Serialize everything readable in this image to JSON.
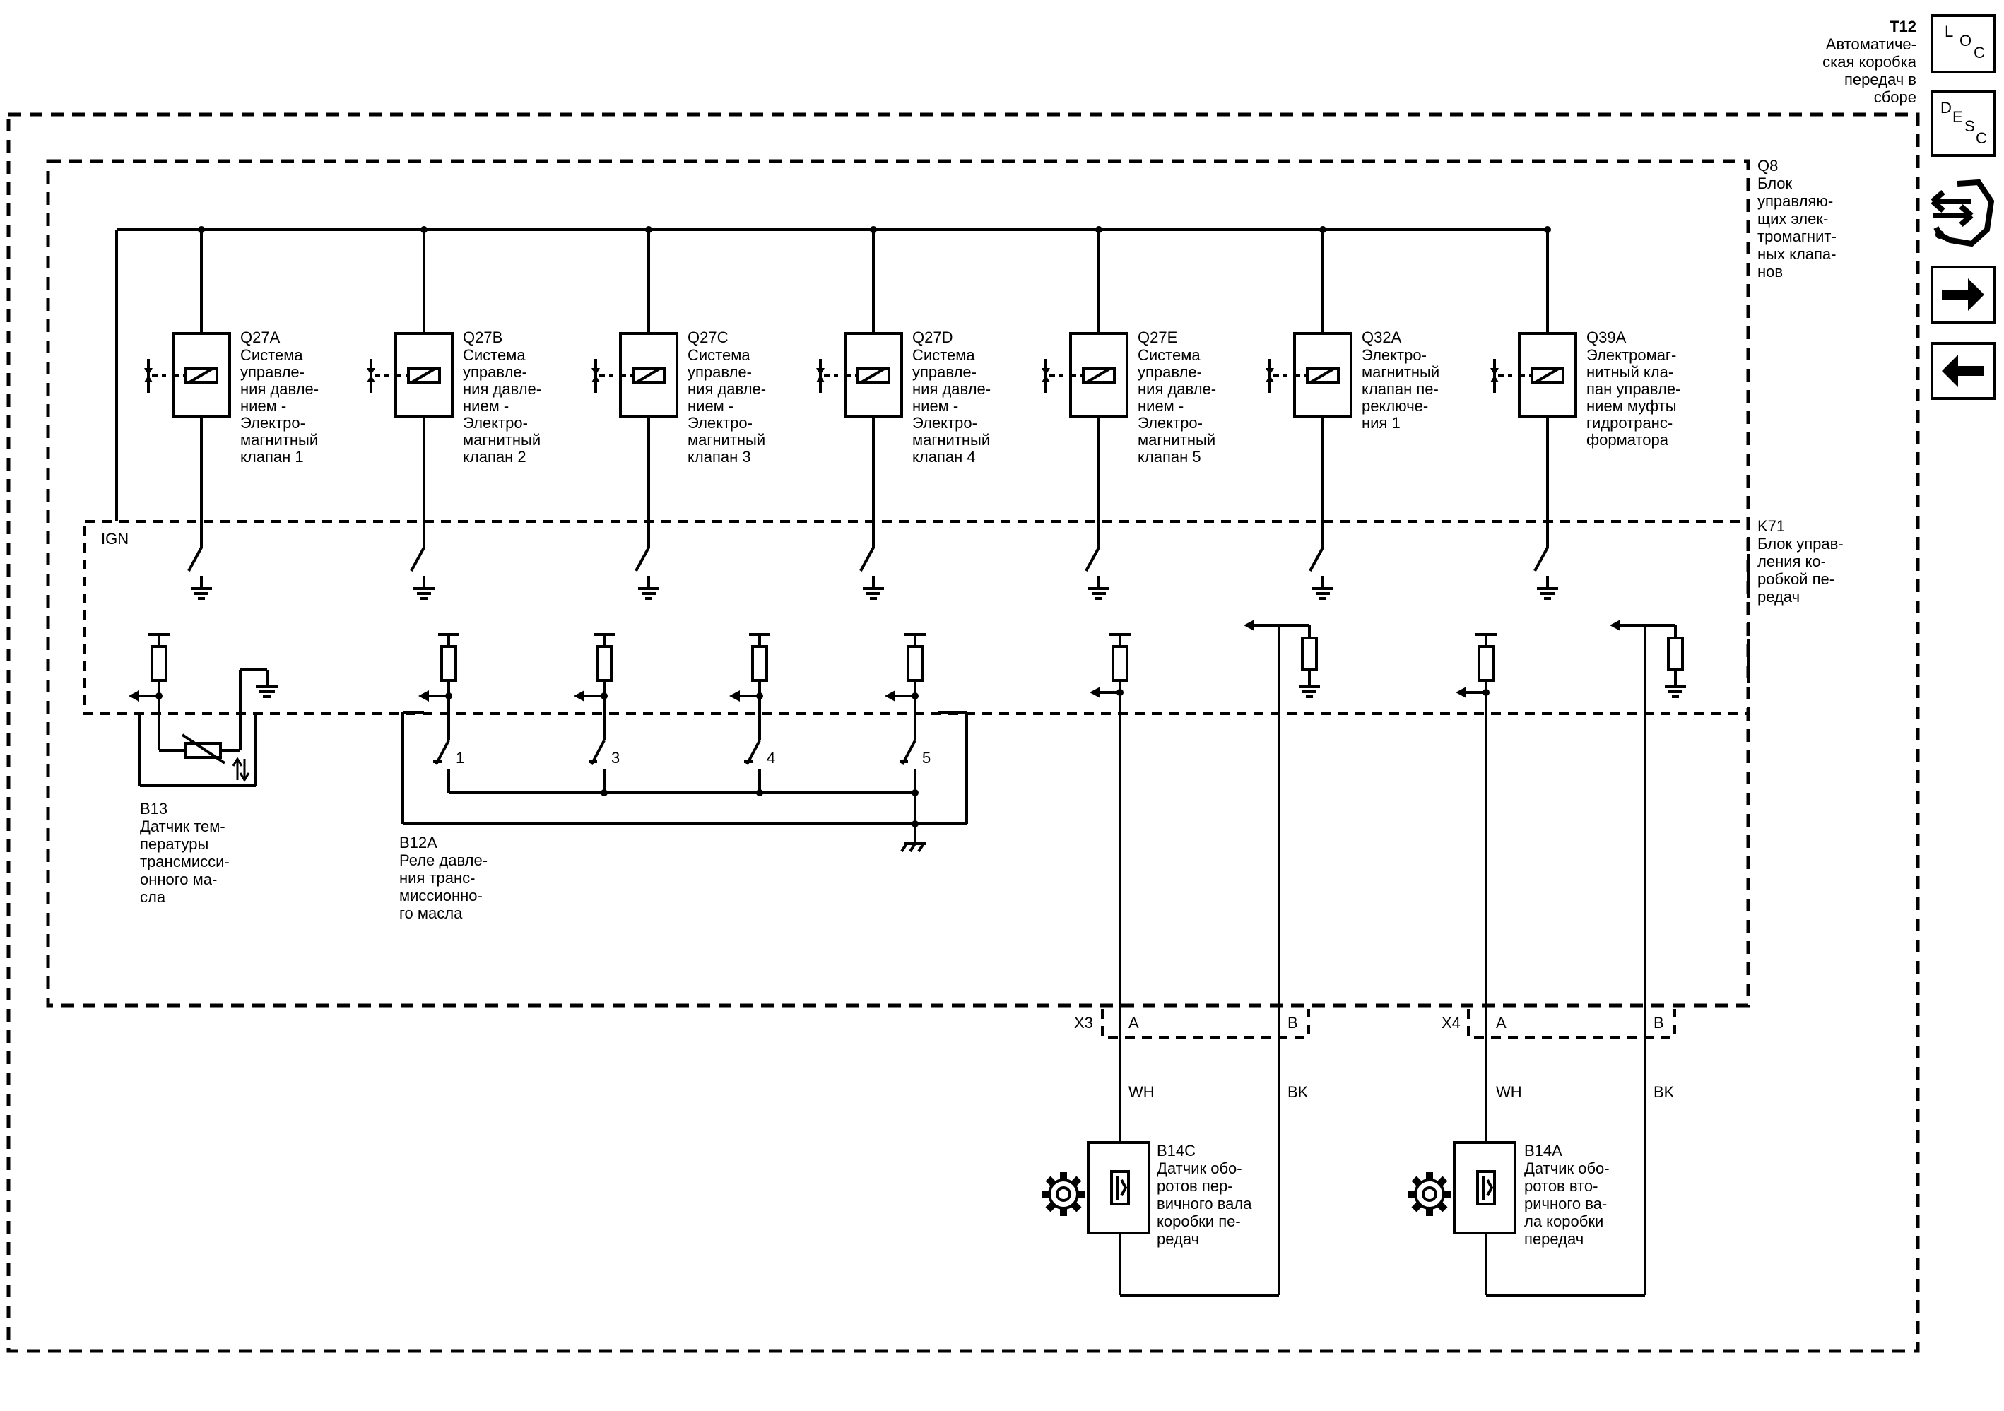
{
  "assembly": {
    "ref": "T12",
    "name_lines": [
      "Автоматиче-",
      "ская коробка",
      "передач в",
      "сборе"
    ]
  },
  "nav": {
    "loc": [
      "L",
      "O",
      "C"
    ],
    "desc": [
      "D",
      "E",
      "S",
      "C"
    ],
    "icons": [
      "connector-view-icon",
      "arrow-right-icon",
      "arrow-left-icon"
    ]
  },
  "q8": {
    "ref": "Q8",
    "lines": [
      "Блок",
      "управляю-",
      "щих элек-",
      "тромагнит-",
      "ных клапа-",
      "нов"
    ]
  },
  "k71": {
    "ref": "K71",
    "lines": [
      "Блок управ-",
      "ления ко-",
      "робкой пе-",
      "редач"
    ],
    "ign": "IGN"
  },
  "solenoids": [
    {
      "ref": "Q27A",
      "lines": [
        "Система",
        "управле-",
        "ния давле-",
        "нием -",
        "Электро-",
        "магнитный",
        "клапан 1"
      ]
    },
    {
      "ref": "Q27B",
      "lines": [
        "Система",
        "управле-",
        "ния давле-",
        "нием -",
        "Электро-",
        "магнитный",
        "клапан 2"
      ]
    },
    {
      "ref": "Q27C",
      "lines": [
        "Система",
        "управле-",
        "ния давле-",
        "нием -",
        "Электро-",
        "магнитный",
        "клапан 3"
      ]
    },
    {
      "ref": "Q27D",
      "lines": [
        "Система",
        "управле-",
        "ния давле-",
        "нием -",
        "Электро-",
        "магнитный",
        "клапан 4"
      ]
    },
    {
      "ref": "Q27E",
      "lines": [
        "Система",
        "управле-",
        "ния давле-",
        "нием -",
        "Электро-",
        "магнитный",
        "клапан 5"
      ]
    },
    {
      "ref": "Q32A",
      "lines": [
        "Электро-",
        "магнитный",
        "клапан пе-",
        "реключе-",
        "ния 1"
      ]
    },
    {
      "ref": "Q39A",
      "lines": [
        "Электромаг-",
        "нитный кла-",
        "пан управле-",
        "нием муфты",
        "гидротранс-",
        "форматора"
      ]
    }
  ],
  "b13": {
    "ref": "B13",
    "lines": [
      "Датчик тем-",
      "пературы",
      "трансмисси-",
      "онного ма-",
      "сла"
    ]
  },
  "b12a": {
    "ref": "B12A",
    "lines": [
      "Реле давле-",
      "ния транс-",
      "миссионно-",
      "го масла"
    ],
    "contacts": [
      "1",
      "3",
      "4",
      "5"
    ]
  },
  "connectors": [
    {
      "ref": "X3",
      "pins": [
        "A",
        "B"
      ],
      "wires": [
        "WH",
        "BK"
      ]
    },
    {
      "ref": "X4",
      "pins": [
        "A",
        "B"
      ],
      "wires": [
        "WH",
        "BK"
      ]
    }
  ],
  "b14c": {
    "ref": "B14C",
    "lines": [
      "Датчик обо-",
      "ротов пер-",
      "вичного вала",
      "коробки пе-",
      "редач"
    ]
  },
  "b14a": {
    "ref": "B14A",
    "lines": [
      "Датчик обо-",
      "ротов вто-",
      "ричного ва-",
      "ла коробки",
      "передач"
    ]
  }
}
